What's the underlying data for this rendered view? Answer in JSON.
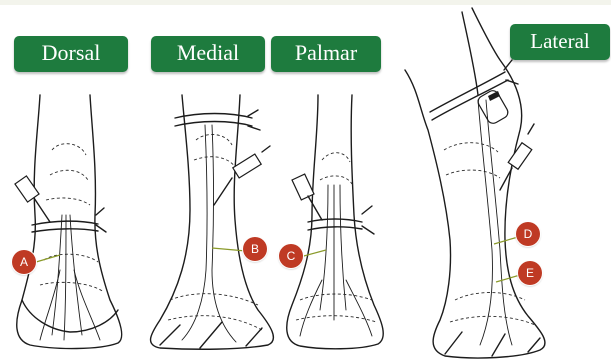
{
  "views": {
    "dorsal": "Dorsal",
    "medial": "Medial",
    "palmar": "Palmar",
    "lateral": "Lateral"
  },
  "callouts": {
    "a": "A",
    "b": "B",
    "c": "C",
    "d": "D",
    "e": "E"
  },
  "colors": {
    "label_bg": "#1e7b3e",
    "callout_bg": "#bf3a24",
    "leader": "#8a9a2a"
  }
}
